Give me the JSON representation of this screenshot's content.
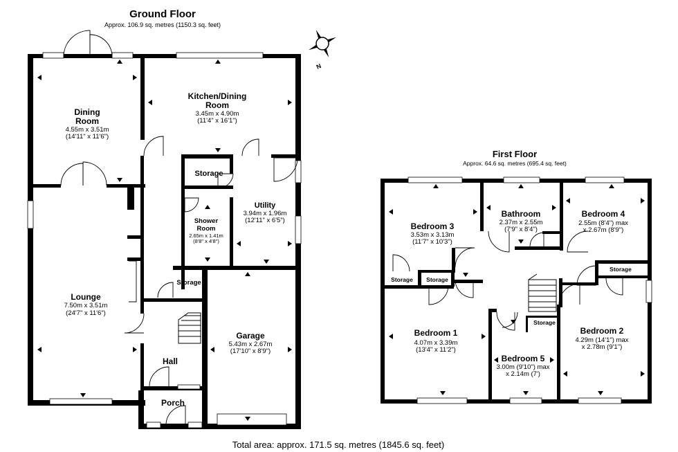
{
  "ground_floor": {
    "title": "Ground Floor",
    "area": "Approx. 106.9 sq. metres (1150.3 sq. feet)",
    "rooms": [
      {
        "name": "Dining",
        "name2": "Room",
        "dim1": "4.55m x 3.51m",
        "dim2": "(14'11\" x 11'6\")"
      },
      {
        "name": "Kitchen/Dining",
        "name2": "Room",
        "dim1": "3.45m x 4.90m",
        "dim2": "(11'4\" x 16'1\")"
      },
      {
        "name": "Storage"
      },
      {
        "name": "Utility",
        "dim1": "3.94m x 1.96m",
        "dim2": "(12'11\" x 6'5\")"
      },
      {
        "name": "Shower",
        "name2": "Room",
        "dim1": "2.65m x 1.41m",
        "dim2": "(8'8\" x 4'8\")"
      },
      {
        "name": "Lounge",
        "dim1": "7.50m x 3.51m",
        "dim2": "(24'7\" x 11'6\")"
      },
      {
        "name": "Storage"
      },
      {
        "name": "Garage",
        "dim1": "5.43m x 2.67m",
        "dim2": "(17'10\" x 8'9\")"
      },
      {
        "name": "Hall"
      },
      {
        "name": "Porch"
      }
    ]
  },
  "first_floor": {
    "title": "First Floor",
    "area": "Approx. 64.6 sq. metres (695.4 sq. feet)",
    "rooms": [
      {
        "name": "Bedroom 3",
        "dim1": "3.53m x 3.13m",
        "dim2": "(11'7\" x 10'3\")"
      },
      {
        "name": "Bathroom",
        "dim1": "2.37m x 2.55m",
        "dim2": "(7'9\" x 8'4\")"
      },
      {
        "name": "Bedroom 4",
        "dim1": "2.55m (8'4\") max",
        "dim2": "x 2.67m (8'9\")"
      },
      {
        "name": "Storage"
      },
      {
        "name": "Storage"
      },
      {
        "name": "Storage"
      },
      {
        "name": "Storage"
      },
      {
        "name": "Bedroom 1",
        "dim1": "4.07m x 3.39m",
        "dim2": "(13'4\" x 11'2\")"
      },
      {
        "name": "Bedroom 5",
        "dim1": "3.00m (9'10\") max",
        "dim2": "x 2.14m (7')"
      },
      {
        "name": "Bedroom 2",
        "dim1": "4.29m (14'1\") max",
        "dim2": "x 2.78m (9'1\")"
      }
    ]
  },
  "compass": {
    "label": "N",
    "icon": "compass-rose-icon"
  },
  "total_area": "Total area: approx. 171.5 sq. metres (1845.6 sq. feet)",
  "colors": {
    "wall": "#000000",
    "background": "#ffffff"
  }
}
